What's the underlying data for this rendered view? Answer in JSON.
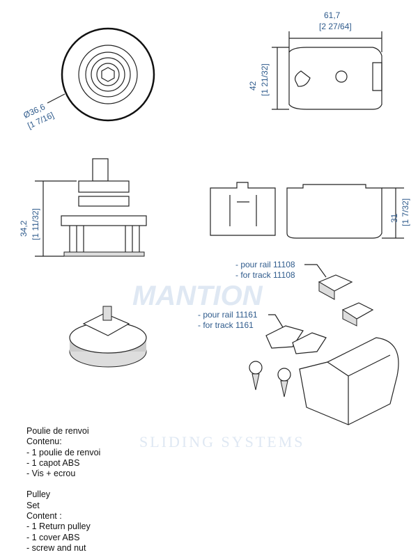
{
  "dimensions": {
    "diameter": "Ø36,6",
    "diameter_inch": "[1 7/16]",
    "height_pulley": "34,2",
    "height_pulley_inch": "[1 11/32]",
    "width_cover": "61,7",
    "width_cover_inch": "[2 27/64]",
    "depth_cover": "42",
    "depth_cover_inch": "[1 21/32]",
    "height_cover": "31",
    "height_cover_inch": "[1 7/32]"
  },
  "callouts": {
    "rail_11108_fr": "- pour rail 11108",
    "rail_11108_en": "- for track 11108",
    "rail_11161_fr": "- pour rail 11161",
    "rail_11161_en": "- for track 1161"
  },
  "watermark": {
    "brand": "MANTION",
    "sub": "SLIDING SYSTEMS"
  },
  "description": {
    "fr": [
      "Poulie de renvoi",
      "Contenu:",
      "- 1 poulie de renvoi",
      "- 1 capot ABS",
      "- Vis + ecrou"
    ],
    "en": [
      "Pulley",
      "Set",
      "Content :",
      "- 1 Return pulley",
      "- 1 cover ABS",
      "- screw and nut"
    ]
  }
}
